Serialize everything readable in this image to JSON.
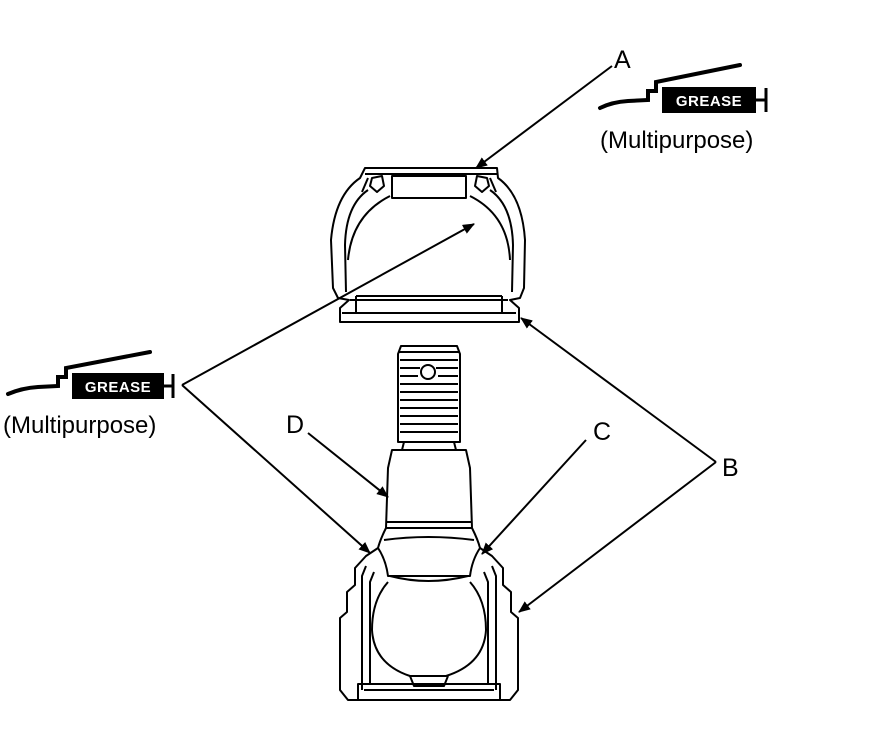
{
  "callouts": {
    "a": "A",
    "b": "B",
    "c": "C",
    "d": "D"
  },
  "grease_top": {
    "tag": "GREASE",
    "note": "(Multipurpose)"
  },
  "grease_left": {
    "tag": "GREASE",
    "note": "(Multipurpose)"
  },
  "colors": {
    "line": "#000000",
    "background": "#ffffff"
  },
  "icons": [
    "grease-gun-icon",
    "grease-gun-icon"
  ]
}
